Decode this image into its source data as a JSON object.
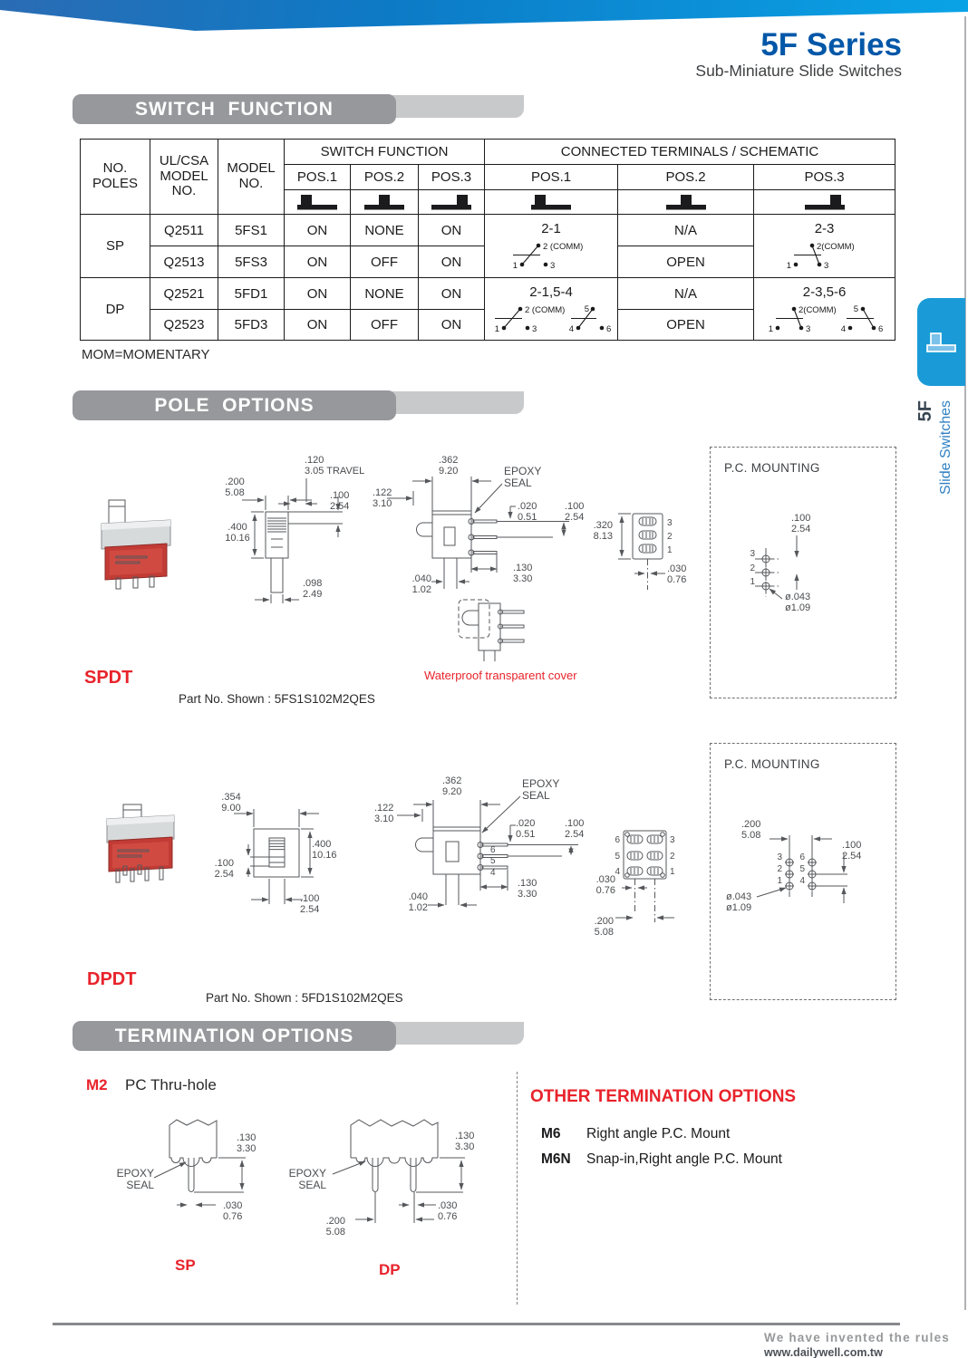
{
  "page": {
    "title": "5F Series",
    "subtitle": "Sub-Miniature Slide Switches"
  },
  "banners": {
    "switch_function": "SWITCH  FUNCTION",
    "pole_options": "POLE  OPTIONS",
    "termination_options": "TERMINATION OPTIONS"
  },
  "note": "MOM=MOMENTARY",
  "side_tab": {
    "series": "5F",
    "label": "Slide Switches"
  },
  "colors": {
    "accent": "#0057A8",
    "red": "#E8232B",
    "tab_blue": "#1A9BD7",
    "banner_gray": "#96989B"
  },
  "spec_table": {
    "col_poles": "NO.\nPOLES",
    "col_ulcsa": "UL/CSA\nMODEL\nNO.",
    "col_model": "MODEL\nNO.",
    "group_switch_function": "SWITCH FUNCTION",
    "group_connected": "CONNECTED TERMINALS / SCHEMATIC",
    "pos1": "POS.1",
    "pos2": "POS.2",
    "pos3": "POS.3",
    "rows": [
      {
        "poles": "SP",
        "ul": "Q2511",
        "model": "5FS1",
        "p1": "ON",
        "p2": "NONE",
        "p3": "ON",
        "c1": "2-1",
        "c2": "N/A",
        "c3": "2-3"
      },
      {
        "ul": "Q2513",
        "model": "5FS3",
        "p1": "ON",
        "p2": "OFF",
        "p3": "ON",
        "c2": "OPEN"
      },
      {
        "poles": "DP",
        "ul": "Q2521",
        "model": "5FD1",
        "p1": "ON",
        "p2": "NONE",
        "p3": "ON",
        "c1": "2-1,5-4",
        "c2": "N/A",
        "c3": "2-3,5-6"
      },
      {
        "ul": "Q2523",
        "model": "5FD3",
        "p1": "ON",
        "p2": "OFF",
        "p3": "ON",
        "c2": "OPEN"
      }
    ],
    "schematic": {
      "comm": "2 (COMM)",
      "comm_tight": "2(COMM)",
      "n1": "1",
      "n2": "2",
      "n3": "3",
      "n4": "4",
      "n5": "5",
      "n6": "6"
    }
  },
  "spdt": {
    "label": "SPDT",
    "part": "Part No. Shown : 5FS1S102M2QES",
    "pc_mounting": "P.C. MOUNTING",
    "waterproof": "Waterproof transparent cover",
    "front": {
      "width": ".200\n5.08",
      "travel": ".120\n3.05 TRAVEL",
      "knob": ".100\n2.54",
      "height": ".400\n10.16",
      "stem": ".098\n2.49",
      "depth": ".122\n3.10"
    },
    "side": {
      "width": ".362\n9.20",
      "epoxy": "EPOXY\nSEAL",
      "pin_thk": ".020\n0.51",
      "pitch": ".100\n2.54",
      "pin_len": ".130\n3.30",
      "offset": ".040\n1.02"
    },
    "bottom": {
      "height": ".320\n8.13",
      "t3": "3",
      "t2": "2",
      "t1": "1",
      "pin_w": ".030\n0.76"
    },
    "mount": {
      "pitch": ".100\n2.54",
      "t3": "3",
      "t2": "2",
      "t1": "1",
      "hole": "ø.043\nø1.09"
    }
  },
  "dpdt": {
    "label": "DPDT",
    "part": "Part No. Shown : 5FD1S102M2QES",
    "pc_mounting": "P.C. MOUNTING",
    "front": {
      "width": ".354\n9.00",
      "height": ".400\n10.16",
      "knob": ".100\n2.54",
      "stem": ".100\n2.54"
    },
    "side": {
      "depth": ".122\n3.10",
      "width": ".362\n9.20",
      "epoxy": "EPOXY\nSEAL",
      "pin_thk": ".020\n0.51",
      "pitch": ".100\n2.54",
      "t6": "6",
      "t5": "5",
      "t4": "4",
      "pin_len": ".130\n3.30",
      "offset": ".040\n1.02"
    },
    "bottom": {
      "t6": "6",
      "t5": "5",
      "t4": "4",
      "t3": "3",
      "t2": "2",
      "t1": "1",
      "pin_w": ".030\n0.76",
      "row_pitch": ".200\n5.08"
    },
    "mount": {
      "row_pitch": ".200\n5.08",
      "pitch": ".100\n2.54",
      "t3": "3",
      "t2": "2",
      "t1": "1",
      "t6": "6",
      "t5": "5",
      "t4": "4",
      "hole": "ø.043\nø1.09"
    }
  },
  "termination": {
    "code": "M2",
    "desc": "PC Thru-hole",
    "sp": {
      "epoxy": "EPOXY\nSEAL",
      "pin_len": ".130\n3.30",
      "pin_w": ".030\n0.76",
      "label": "SP"
    },
    "dp": {
      "epoxy": "EPOXY\nSEAL",
      "pin_len": ".130\n3.30",
      "pin_w": ".030\n0.76",
      "pitch": ".200\n5.08",
      "label": "DP"
    },
    "other": {
      "title": "OTHER TERMINATION OPTIONS",
      "items": [
        {
          "code": "M6",
          "desc": "Right angle P.C. Mount"
        },
        {
          "code": "M6N",
          "desc": "Snap-in,Right angle P.C. Mount"
        }
      ]
    }
  },
  "footer": {
    "slogan": "We have invented the rules",
    "url": "www.dailywell.com.tw"
  }
}
